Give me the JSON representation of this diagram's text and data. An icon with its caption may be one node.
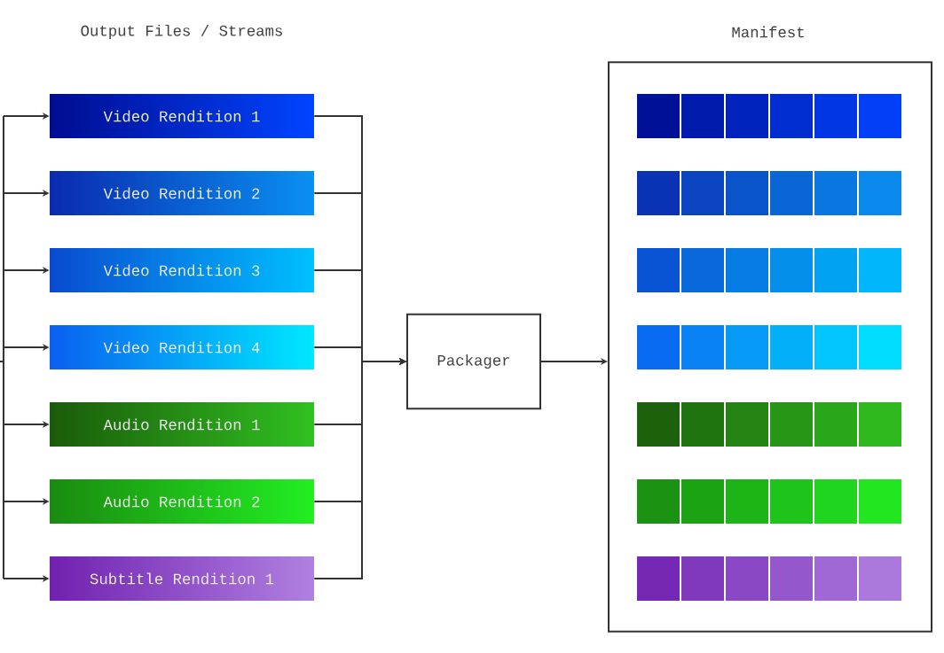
{
  "diagram": {
    "nodes": [
      {
        "text": [
          "Video Rendition 1"
        ]
      },
      {
        "text": [
          "Video Rendition 2"
        ]
      },
      {
        "text": [
          "Video Rendition 3"
        ]
      },
      {
        "text": [
          "Video Rendition 4"
        ]
      },
      {
        "text": [
          "Audio Rendition 1"
        ]
      },
      {
        "text": [
          "Audio Rendition 2"
        ]
      },
      {
        "text": [
          "Subtitle Rendition 1"
        ]
      },
      {
        "text": [
          "Packager"
        ]
      },
      {
        "text": [
          "Manifest"
        ]
      }
    ],
    "edges": [
      {
        "from": null,
        "to": 0,
        "arrow": "to"
      },
      {
        "from": null,
        "to": 1,
        "arrow": "to"
      },
      {
        "from": null,
        "to": 2,
        "arrow": "to"
      },
      {
        "from": null,
        "to": 3,
        "arrow": "to"
      },
      {
        "from": null,
        "to": 4,
        "arrow": "to"
      },
      {
        "from": null,
        "to": 5,
        "arrow": "to"
      },
      {
        "from": null,
        "to": 6,
        "arrow": "to"
      },
      {
        "from": 0,
        "to": 7,
        "arrow": "to"
      },
      {
        "from": 1,
        "to": 7,
        "arrow": "to"
      },
      {
        "from": 2,
        "to": 7,
        "arrow": "to"
      },
      {
        "from": 3,
        "to": 7,
        "arrow": "to"
      },
      {
        "from": 4,
        "to": 7,
        "arrow": "to"
      },
      {
        "from": 5,
        "to": 7,
        "arrow": "to"
      },
      {
        "from": 6,
        "to": 7,
        "arrow": "to"
      },
      {
        "from": 7,
        "to": 8,
        "arrow": "to"
      }
    ],
    "labels": [
      "Output Files / Streams"
    ]
  }
}
